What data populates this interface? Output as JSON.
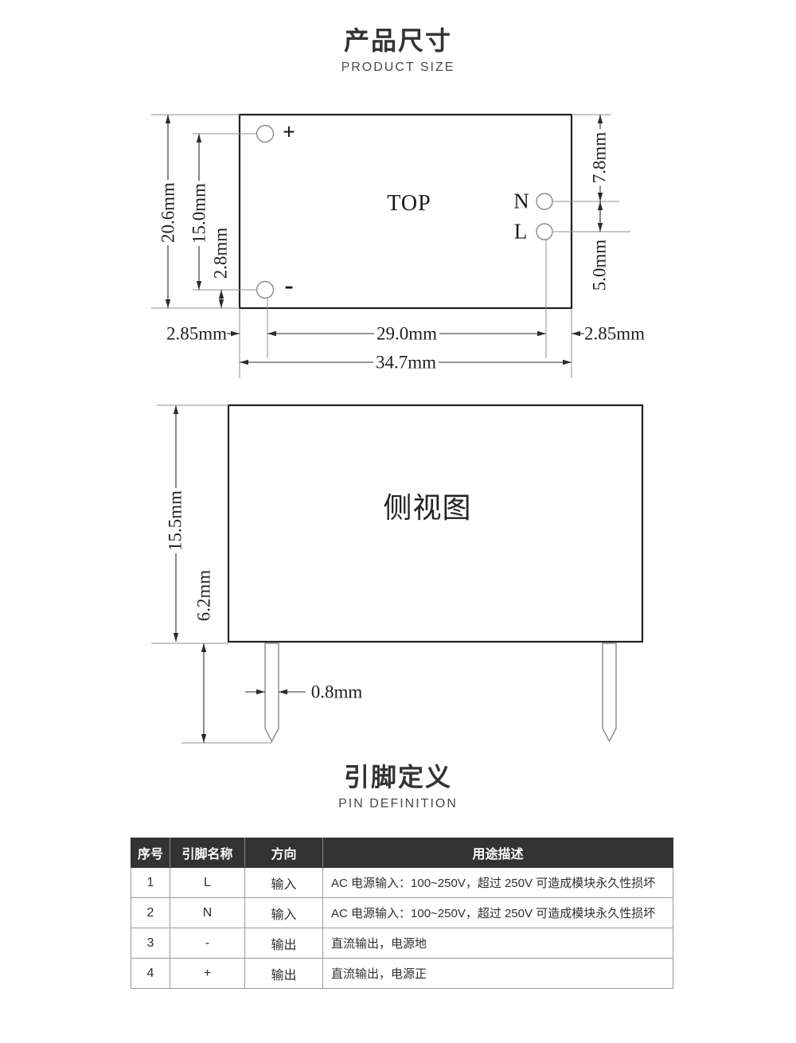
{
  "header": {
    "title_cn": "产品尺寸",
    "title_en": "PRODUCT SIZE"
  },
  "section_pins": {
    "title_cn": "引脚定义",
    "title_en": "PIN DEFINITION"
  },
  "top_view": {
    "module_label": "TOP",
    "pin_labels": {
      "plus": "+",
      "minus": "-",
      "n": "N",
      "l": "L"
    },
    "dims": {
      "height_total": "20.6mm",
      "pin_vertical_span": "15.0mm",
      "pin_bottom_offset": "2.8mm",
      "n_pin_top_offset": "7.8mm",
      "n_l_pitch": "5.0mm",
      "left_margin": "2.85mm",
      "pin_horizontal_span": "29.0mm",
      "right_margin": "2.85mm",
      "width_total": "34.7mm"
    }
  },
  "side_view": {
    "label": "侧视图",
    "dims": {
      "body_height": "15.5mm",
      "pin_length": "6.2mm",
      "pin_width": "0.8mm"
    }
  },
  "pin_table": {
    "headers": [
      "序号",
      "引脚名称",
      "方向",
      "用途描述"
    ],
    "rows": [
      {
        "no": "1",
        "name": "L",
        "dir": "输入",
        "desc": "AC 电源输入：100~250V，超过 250V 可造成模块永久性损坏"
      },
      {
        "no": "2",
        "name": "N",
        "dir": "输入",
        "desc": "AC 电源输入：100~250V，超过 250V 可造成模块永久性损坏"
      },
      {
        "no": "3",
        "name": "-",
        "dir": "输出",
        "desc": "直流输出，电源地"
      },
      {
        "no": "4",
        "name": "+",
        "dir": "输出",
        "desc": "直流输出，电源正"
      }
    ]
  },
  "colors": {
    "table_header_bg": "#333333",
    "table_border": "#9a9a9a",
    "drawing_line": "#2b2b2b",
    "extension_line": "#8f8f8f",
    "text": "#333333"
  }
}
